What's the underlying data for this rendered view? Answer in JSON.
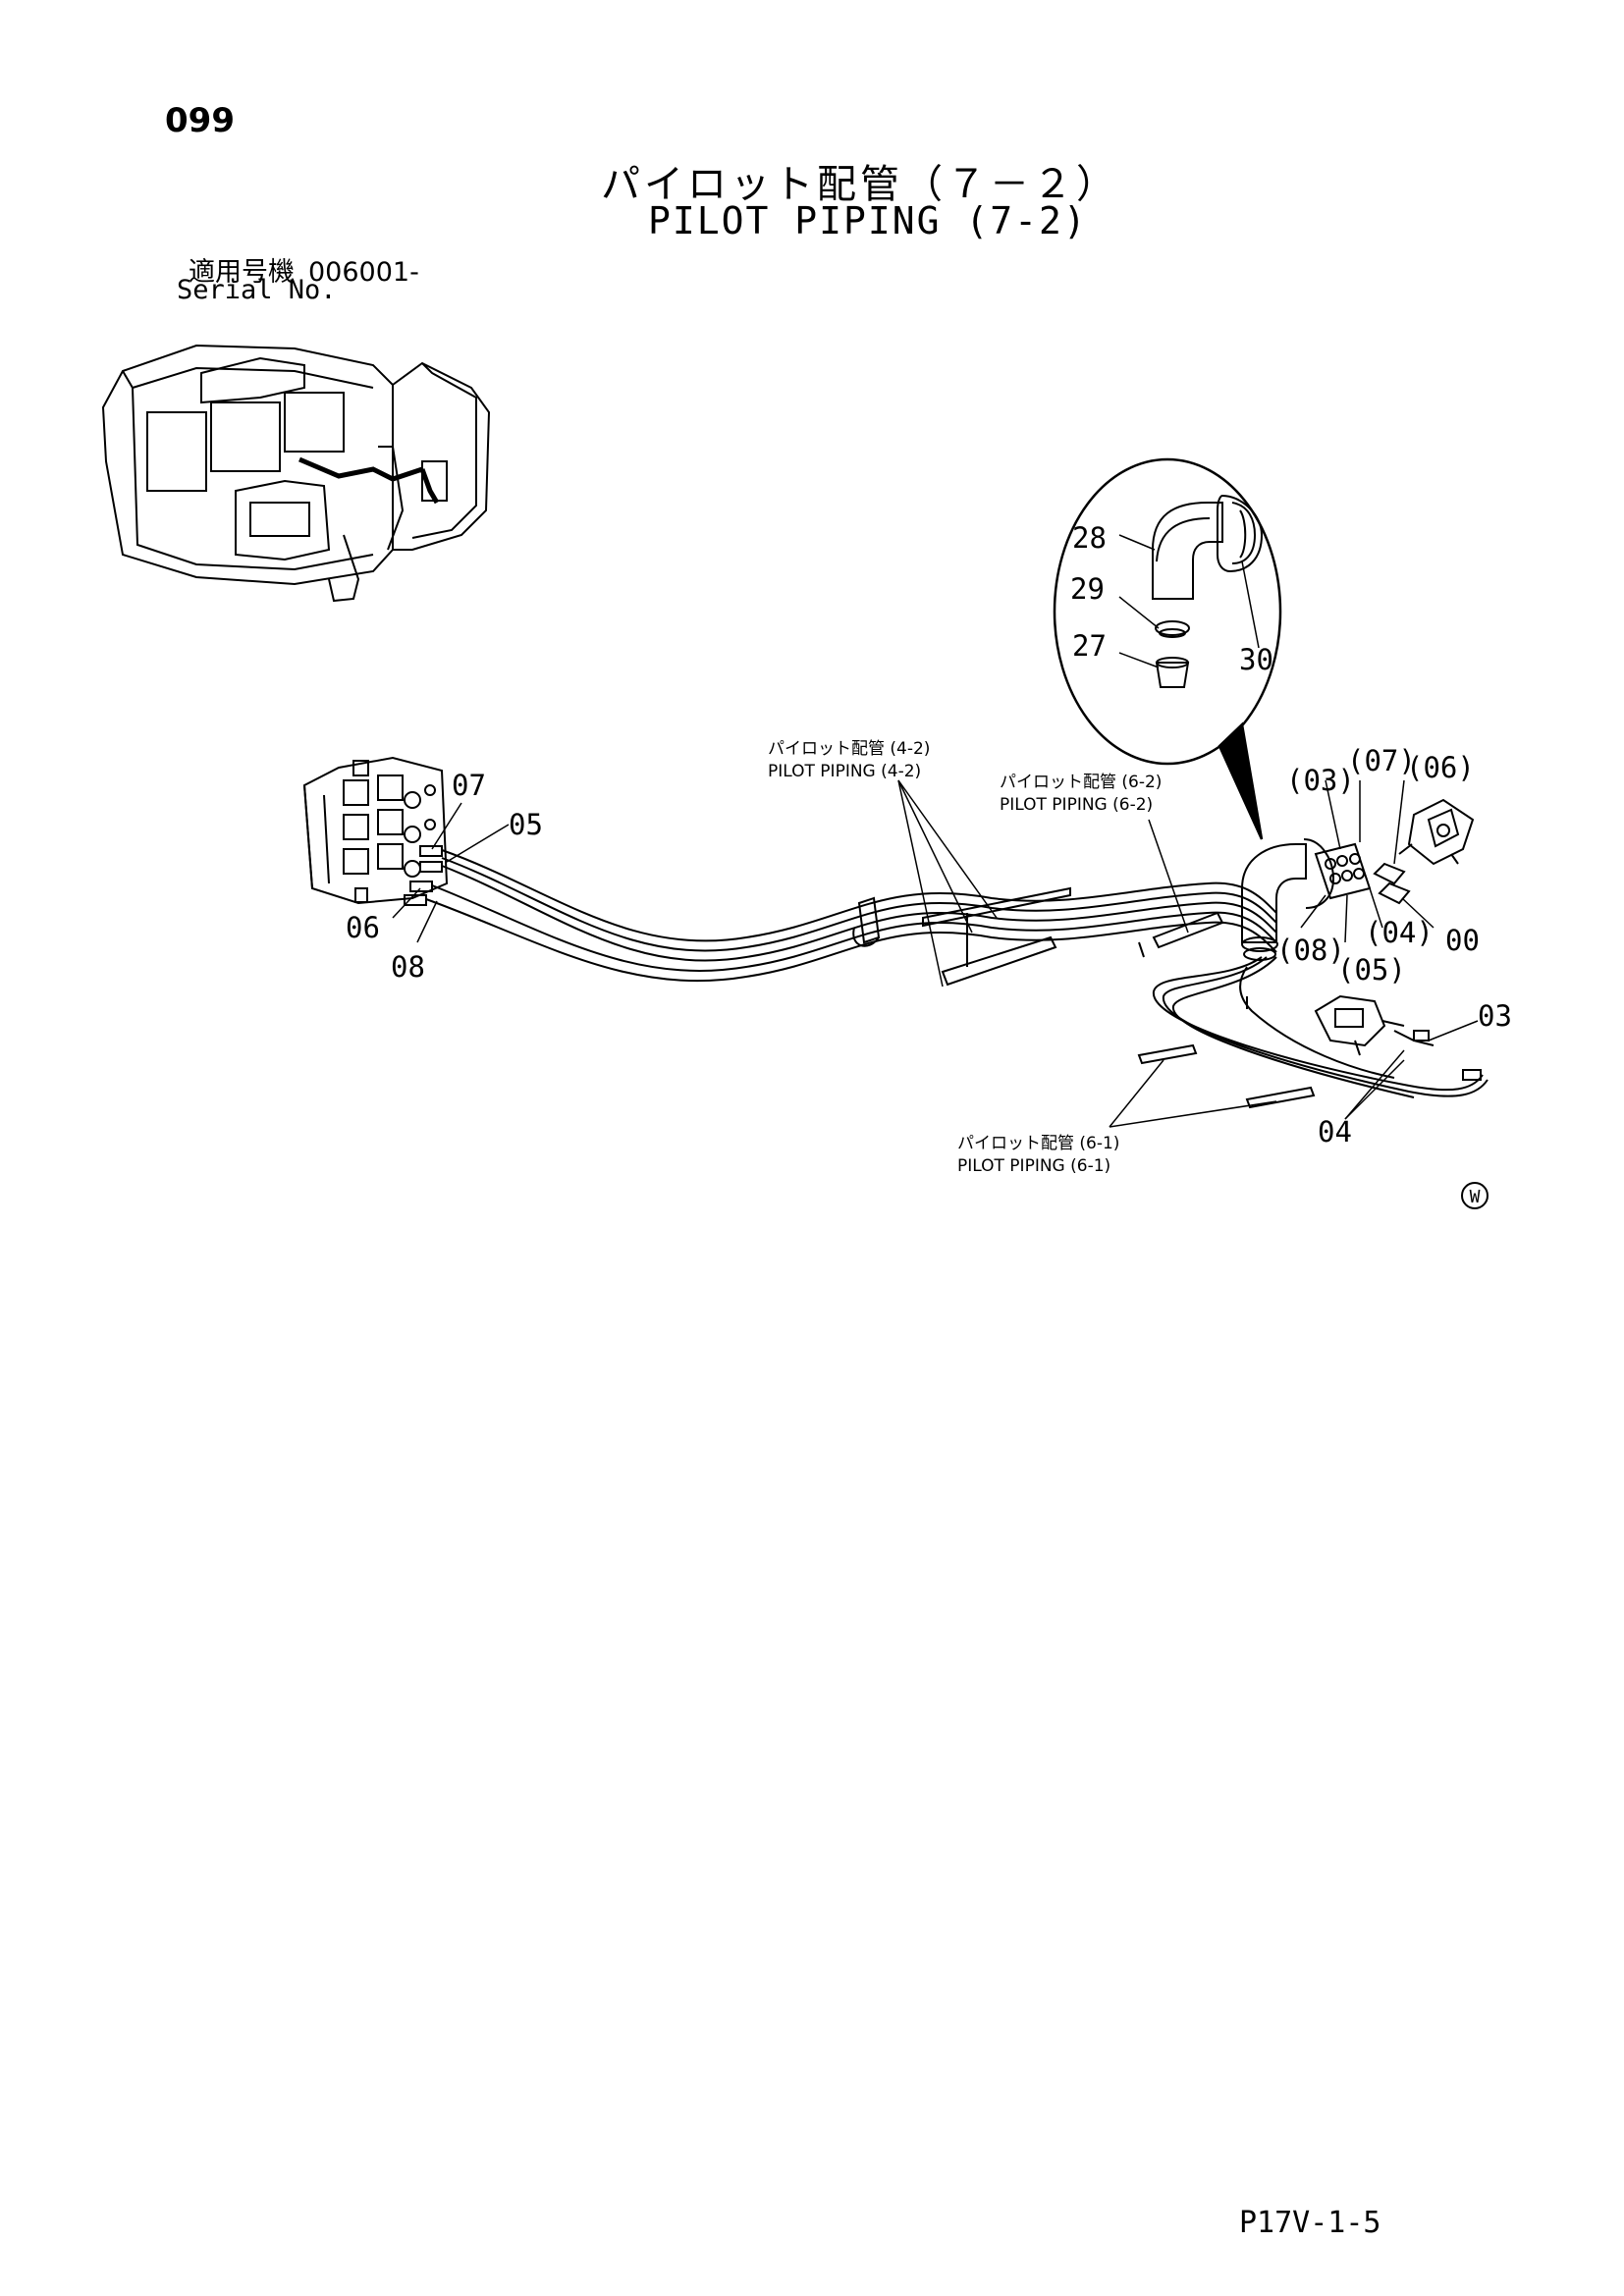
{
  "page_number": "099",
  "title": {
    "japanese": "パイロット配管（７－２）",
    "english": "PILOT PIPING (7-2)"
  },
  "serial": {
    "label_japanese": "適用号機",
    "number": "006001-",
    "label_english": "Serial No."
  },
  "callouts": {
    "c07_left": "07",
    "c05_left": "05",
    "c06_left": "06",
    "c08_left": "08",
    "c28": "28",
    "c29": "29",
    "c27": "27",
    "c30": "30",
    "p03": "(03)",
    "p07": "(07)",
    "p06": "(06)",
    "p04": "(04)",
    "c00": "00",
    "p08": "(08)",
    "p05": "(05)",
    "c03_right": "03",
    "c04_right": "04"
  },
  "references": {
    "ref_4_2_ja": "パイロット配管 (4-2)",
    "ref_4_2_en": "PILOT  PIPING (4-2)",
    "ref_6_2_ja": "パイロット配管 (6-2)",
    "ref_6_2_en": "PILOT  PIPING (6-2)",
    "ref_6_1_ja": "パイロット配管 (6-1)",
    "ref_6_1_en": "PILOT  PIPING (6-1)"
  },
  "mark": "W",
  "footer_code": "P17V-1-5"
}
